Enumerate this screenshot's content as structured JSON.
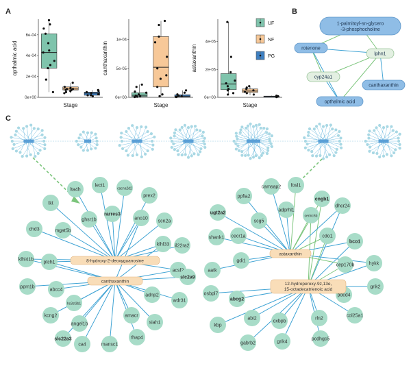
{
  "panel_labels": {
    "a": "A",
    "b": "B",
    "c": "C"
  },
  "colors": {
    "uf": "#7fc4ac",
    "nf": "#f7c898",
    "pg": "#3d7fc1",
    "gene": "#a8dcc8",
    "edge_blue": "#3fa3d4",
    "edge_green": "#7cc57c",
    "hub_metab": "#f9ddb8",
    "hub_gene_pill": "#5a9fd6",
    "panel_b_node": "#8fbde6",
    "panel_b_pale": "#e3f0e2",
    "cluster_dot": "#a9d8e4"
  },
  "chart_data": [
    {
      "type": "box",
      "ylabel": "opthalmic acid",
      "xlabel": "Stage",
      "y_ticks": [
        "0e+00",
        "2e-04",
        "4e-04",
        "6e-04"
      ],
      "ylim": [
        0,
        0.00075
      ],
      "series": [
        {
          "name": "UF",
          "box": {
            "min": 5e-05,
            "q1": 0.00028,
            "median": 0.00043,
            "q3": 0.00061,
            "max": 0.00074
          },
          "points": [
            0.00074,
            0.0007,
            0.00066,
            0.00061,
            0.00052,
            0.00045,
            0.00043,
            0.00035,
            0.00031,
            0.00028,
            0.00017,
            5e-05
          ]
        },
        {
          "name": "NF",
          "box": {
            "min": 4e-05,
            "q1": 7e-05,
            "median": 8e-05,
            "q3": 0.0001,
            "max": 0.00014
          },
          "points": [
            0.00014,
            0.0001,
            9e-05,
            8e-05,
            8e-05,
            7e-05,
            7e-05,
            6e-05,
            5e-05,
            4e-05
          ]
        },
        {
          "name": "PG",
          "box": {
            "min": 1e-05,
            "q1": 2e-05,
            "median": 4e-05,
            "q3": 5e-05,
            "max": 7e-05
          },
          "points": [
            7e-05,
            6e-05,
            5e-05,
            4e-05,
            3e-05,
            2e-05,
            2e-05,
            1e-05
          ]
        }
      ]
    },
    {
      "type": "box",
      "ylabel": "canthaxanthin",
      "xlabel": "Stage",
      "y_ticks": [
        "0e+00",
        "5e-05",
        "1e-04"
      ],
      "ylim": [
        0,
        0.000135
      ],
      "series": [
        {
          "name": "UF",
          "box": {
            "min": 5e-07,
            "q1": 1.5e-06,
            "median": 3.5e-06,
            "q3": 8e-06,
            "max": 2.2e-05
          },
          "points": [
            2.2e-05,
            1.8e-05,
            1e-05,
            8e-06,
            5e-06,
            3e-06,
            2e-06,
            1e-06,
            5e-07
          ]
        },
        {
          "name": "NF",
          "box": {
            "min": 1e-06,
            "q1": 1.8e-05,
            "median": 5.2e-05,
            "q3": 0.000105,
            "max": 0.000132
          },
          "points": [
            0.000132,
            0.000125,
            0.000105,
            9.5e-05,
            7e-05,
            5e-05,
            3.8e-05,
            3.2e-05,
            1.8e-05,
            5e-06,
            2e-06
          ]
        },
        {
          "name": "PG",
          "box": {
            "min": 2e-07,
            "q1": 8e-07,
            "median": 2e-06,
            "q3": 4.5e-06,
            "max": 1.2e-05
          },
          "points": [
            1.2e-05,
            8e-06,
            5e-06,
            3e-06,
            2e-06,
            1e-06,
            5e-07
          ]
        }
      ]
    },
    {
      "type": "box",
      "ylabel": "astaxanthin",
      "xlabel": "Stage",
      "y_ticks": [
        "0e+00",
        "2e-05",
        "4e-05"
      ],
      "ylim": [
        0,
        5.6e-05
      ],
      "series": [
        {
          "name": "UF",
          "box": {
            "min": 2e-06,
            "q1": 5.5e-06,
            "median": 9.5e-06,
            "q3": 1.7e-05,
            "max": 5.4e-05
          },
          "points": [
            5.4e-05,
            2.9e-05,
            1.8e-05,
            1.2e-05,
            1e-05,
            8e-06,
            6e-06,
            5e-06,
            3e-06,
            2e-06
          ]
        },
        {
          "name": "NF",
          "box": {
            "min": 1.5e-06,
            "q1": 3.5e-06,
            "median": 4.5e-06,
            "q3": 6e-06,
            "max": 8e-06
          },
          "points": [
            8e-06,
            7e-06,
            6e-06,
            5e-06,
            4e-06,
            3e-06,
            2e-06
          ]
        },
        {
          "name": "PG",
          "box": {
            "min": 1e-07,
            "q1": 3e-07,
            "median": 6e-07,
            "q3": 9e-07,
            "max": 1.2e-06
          },
          "points": [
            1.2e-06,
            8e-07,
            5e-07,
            2e-07
          ]
        }
      ]
    }
  ],
  "legend": {
    "items": [
      "UF",
      "NF",
      "PG"
    ]
  },
  "network_b": {
    "nodes": {
      "n1": {
        "label": "1-palmitoyl-sn-glycero\n-3-phosphocholine",
        "style": "metab"
      },
      "n2": {
        "label": "rotenone",
        "style": "metab"
      },
      "n3": {
        "label": "lphn1",
        "style": "gene"
      },
      "n4": {
        "label": "cyp24a1",
        "style": "gene"
      },
      "n5": {
        "label": "canthaxanthin",
        "style": "metab"
      },
      "n6": {
        "label": "opthalmic acid",
        "style": "metab"
      }
    },
    "edges": [
      [
        "n1",
        "n2",
        "green"
      ],
      [
        "n1",
        "n3",
        "green"
      ],
      [
        "n2",
        "n3",
        "blue"
      ],
      [
        "n2",
        "n4",
        "green"
      ],
      [
        "n3",
        "n4",
        "green"
      ],
      [
        "n3",
        "n5",
        "blue"
      ],
      [
        "n4",
        "n6",
        "blue"
      ],
      [
        "n3",
        "n6",
        "green"
      ],
      [
        "n2",
        "n6",
        "blue"
      ]
    ]
  },
  "network_left": {
    "hubs": [
      "8-hydroxy-2-deoxyguanosine",
      "canthaxanthin"
    ],
    "genes": [
      "tkt",
      "lta4h",
      "lect1",
      "cacna2d2",
      "prex2",
      "chd3",
      "mgat5b",
      "ghsr1b",
      "rarres3",
      "ano10",
      "scn2a",
      "klhl41b",
      "ptch1",
      "klhl33",
      "il22ra2",
      "ppm1b",
      "abcc4",
      "acsf2",
      "slc2a9",
      "kcng2",
      "hs3st3b1",
      "adnp2",
      "wdr31",
      "amacr",
      "siah1",
      "slc22a3",
      "angel1b",
      "thap4",
      "ca4",
      "mansc1"
    ],
    "bold": [
      "rarres3",
      "slc2a9",
      "slc22a3"
    ]
  },
  "network_right": {
    "hubs": [
      "astaxanthin",
      "12-hydroperoxy-9z,13e,\n15-octadecatrienoic acid"
    ],
    "genes": [
      "ppfia2",
      "camsap2",
      "fosl1",
      "cngb1",
      "ugt2a2",
      "scg5",
      "adprhl1",
      "serinc5b",
      "dhcr24",
      "shank1",
      "cecr1a",
      "cdo1",
      "bco1",
      "aatk",
      "gdi1",
      "cep170b",
      "hykk",
      "osbpl7",
      "abcg2",
      "pdcd4",
      "grik2",
      "kbp",
      "abi2",
      "oxbpb",
      "rln2",
      "col25a1",
      "gabrb2",
      "grik4",
      "pcdhgc5"
    ],
    "bold": [
      "ugt2a2",
      "cngb1",
      "bco1",
      "abcg2"
    ]
  }
}
